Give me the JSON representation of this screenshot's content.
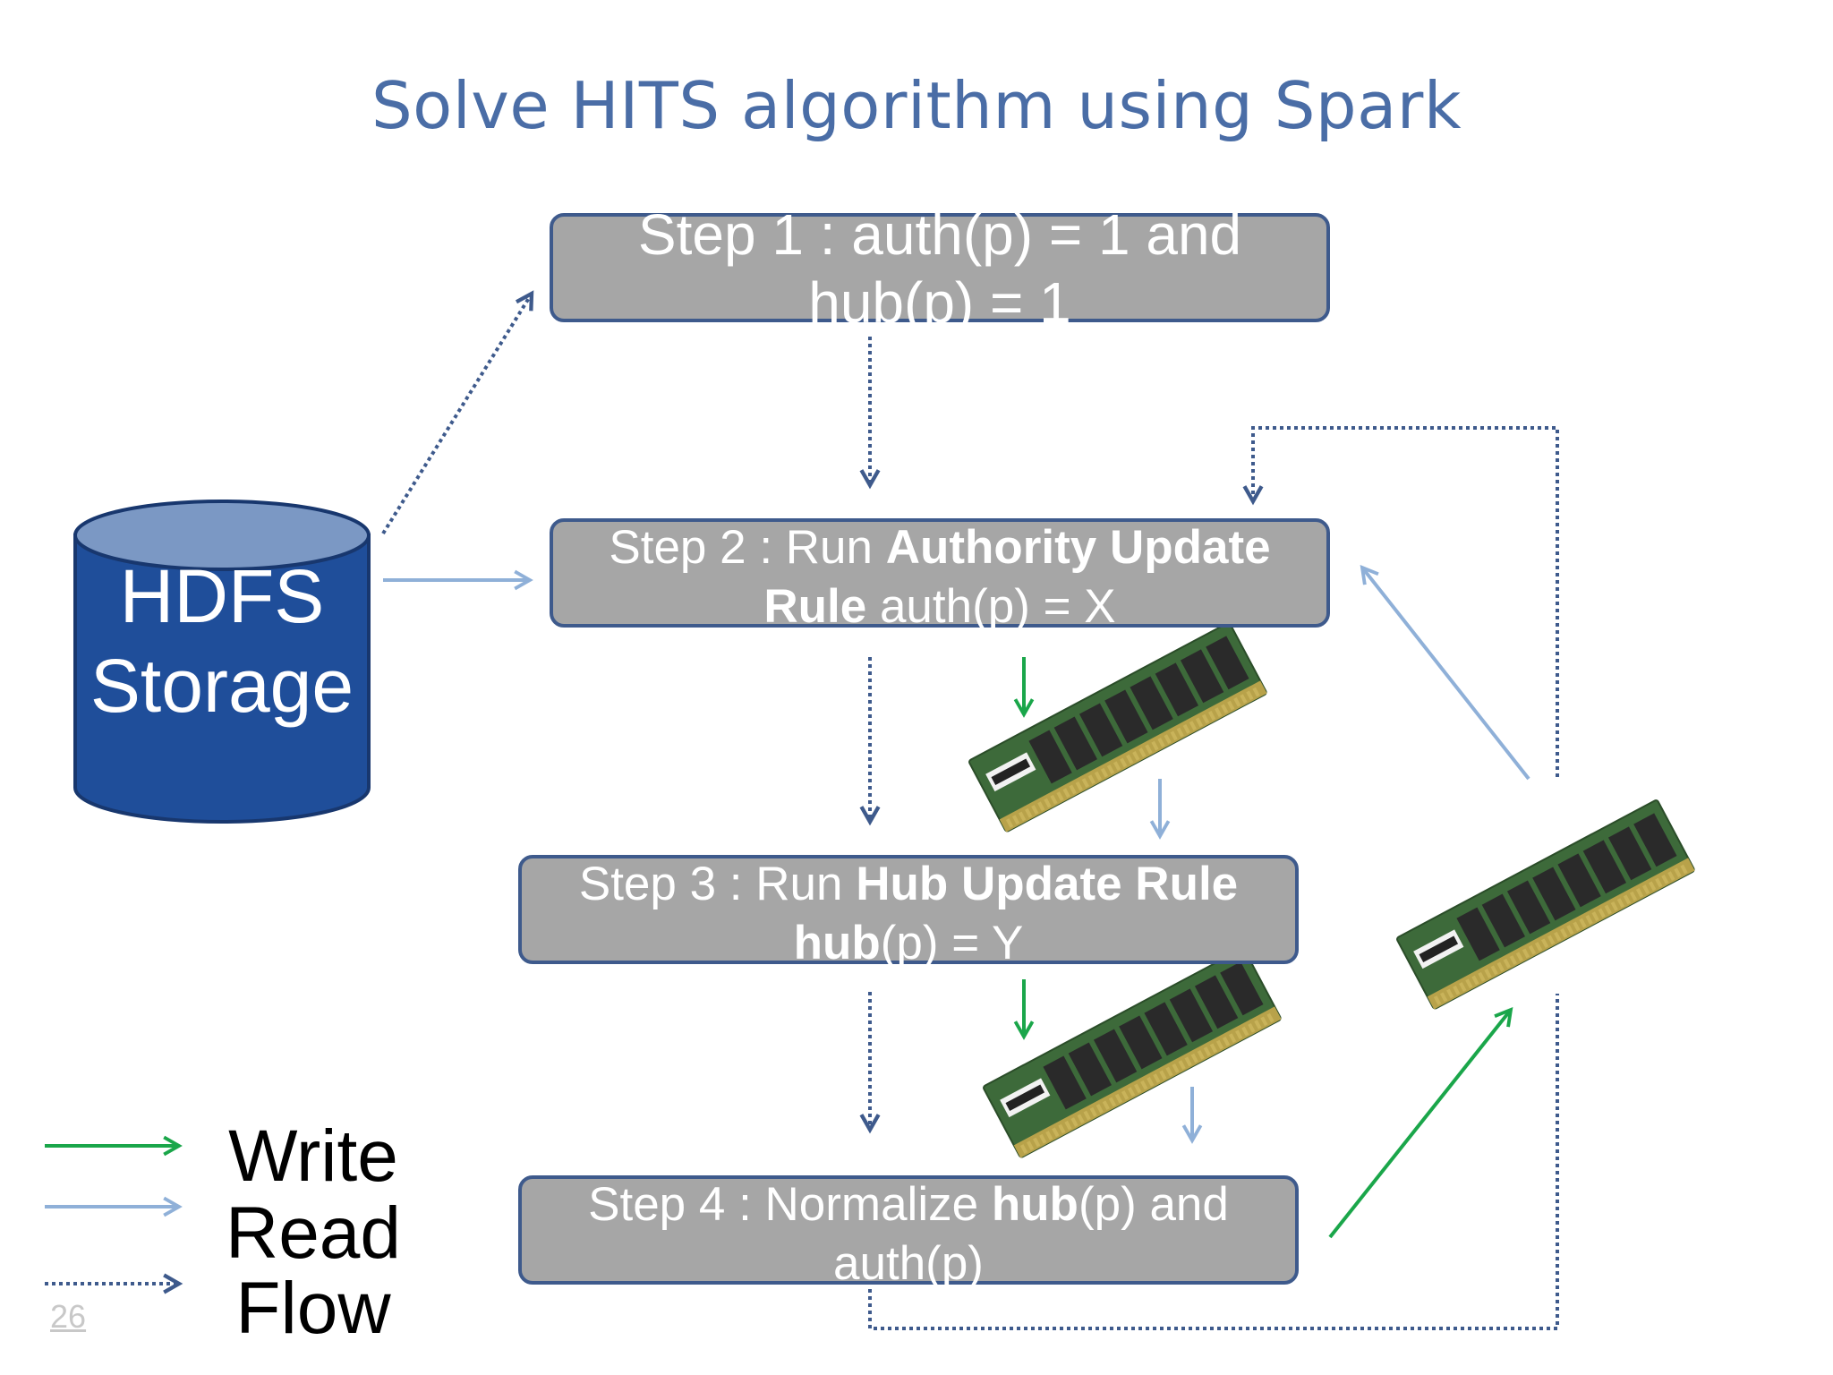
{
  "title": "Solve HITS algorithm using Spark",
  "steps": {
    "step1": {
      "text": "Step 1  : auth(p) = 1 and hub(p) = 1"
    },
    "step2": {
      "prefix": "Step 2 : Run ",
      "bold": "Authority Update Rule",
      "suffix": " auth(p) = X"
    },
    "step3": {
      "prefix": "Step 3 : Run ",
      "bold1": "Hub Update Rule",
      "bold2": "hub",
      "suffix": "(p) = Y"
    },
    "step4": {
      "prefix": "Step 4 : Normalize ",
      "bold": "hub",
      "suffix": "(p) and auth(p)"
    }
  },
  "storage": {
    "label": "HDFS Storage"
  },
  "legend": {
    "write": "Write",
    "read": "Read",
    "flow": "Flow"
  },
  "page_number": "26",
  "icons": [
    "database-cylinder-icon",
    "ram-module-icon"
  ],
  "colors": {
    "title": "#4a6da6",
    "step_fill": "#a6a6a6",
    "step_border": "#3e5a8c",
    "cylinder_body": "#1f4e9a",
    "cylinder_top": "#7b98c4",
    "write_arrow": "#1aa64a",
    "read_arrow": "#8fb0d8",
    "flow_arrow": "#3e5a8c"
  }
}
